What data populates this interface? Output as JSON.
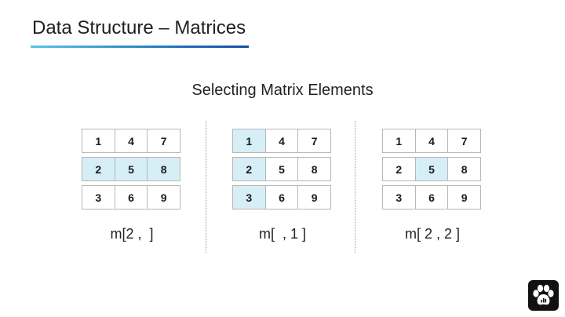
{
  "slide": {
    "title": "Data Structure – Matrices",
    "subtitle": "Selecting Matrix Elements"
  },
  "panels": [
    {
      "label": "m[2 ,  ]",
      "rows": [
        [
          "1",
          "4",
          "7"
        ],
        [
          "2",
          "5",
          "8"
        ],
        [
          "3",
          "6",
          "9"
        ]
      ],
      "highlight": [
        [
          false,
          false,
          false
        ],
        [
          true,
          true,
          true
        ],
        [
          false,
          false,
          false
        ]
      ]
    },
    {
      "label": "m[  , 1 ]",
      "rows": [
        [
          "1",
          "4",
          "7"
        ],
        [
          "2",
          "5",
          "8"
        ],
        [
          "3",
          "6",
          "9"
        ]
      ],
      "highlight": [
        [
          true,
          false,
          false
        ],
        [
          true,
          false,
          false
        ],
        [
          true,
          false,
          false
        ]
      ]
    },
    {
      "label": "m[ 2 , 2 ]",
      "rows": [
        [
          "1",
          "4",
          "7"
        ],
        [
          "2",
          "5",
          "8"
        ],
        [
          "3",
          "6",
          "9"
        ]
      ],
      "highlight": [
        [
          false,
          false,
          false
        ],
        [
          false,
          true,
          false
        ],
        [
          false,
          false,
          false
        ]
      ]
    }
  ],
  "colors": {
    "highlight": "#d6eef6",
    "cell_border": "#b7b7b7",
    "underline_start": "#5bc4e8",
    "underline_end": "#1a4f9e"
  },
  "logo": {
    "icon": "paw-icon"
  }
}
